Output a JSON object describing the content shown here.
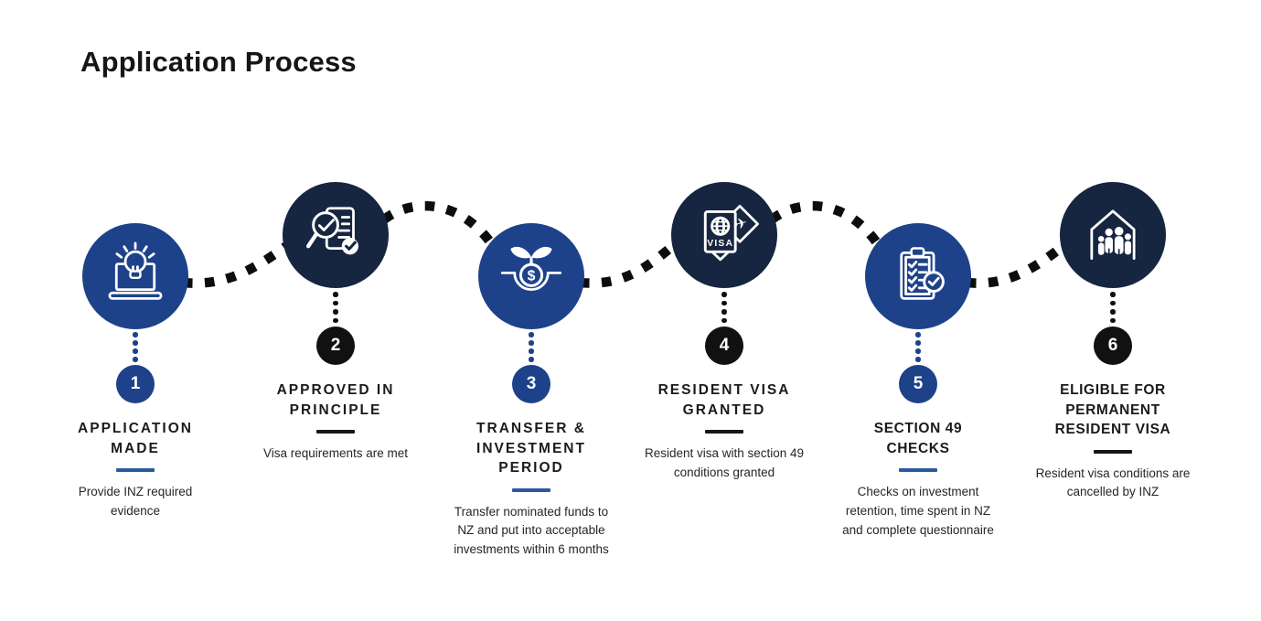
{
  "page": {
    "title": "Application Process"
  },
  "steps": [
    {
      "number": "1",
      "title": "APPLICATION MADE",
      "description": "Provide INZ required evidence",
      "icon": "laptop-idea-icon",
      "theme": "blue"
    },
    {
      "number": "2",
      "title": "APPROVED IN PRINCIPLE",
      "description": "Visa requirements are met",
      "icon": "document-review-icon",
      "theme": "navy"
    },
    {
      "number": "3",
      "title": "TRANSFER & INVESTMENT PERIOD",
      "description": "Transfer nominated funds to NZ and put into acceptable investments within 6 months",
      "icon": "investment-growth-icon",
      "theme": "blue"
    },
    {
      "number": "4",
      "title": "RESIDENT VISA GRANTED",
      "description": "Resident visa with section 49 conditions granted",
      "icon": "passport-visa-icon",
      "icon_label": "VISA",
      "theme": "navy"
    },
    {
      "number": "5",
      "title": "SECTION 49 CHECKS",
      "description": "Checks on investment retention, time spent in NZ and complete questionnaire",
      "icon": "checklist-icon",
      "theme": "blue"
    },
    {
      "number": "6",
      "title": "ELIGIBLE FOR PERMANENT RESIDENT VISA",
      "description": "Resident visa conditions are cancelled by INZ",
      "icon": "house-family-icon",
      "theme": "navy"
    }
  ],
  "icon_symbols": {
    "coin_currency": "$",
    "stamp_plane": "✈"
  },
  "colors": {
    "circle_blue": "#1e4289",
    "circle_navy": "#162540",
    "badge_blue": "#1e4289",
    "badge_black": "#111111",
    "underline_blue": "#2a5a9c",
    "underline_black": "#161616",
    "connector_black": "#0d0d0d",
    "background": "#ffffff"
  }
}
